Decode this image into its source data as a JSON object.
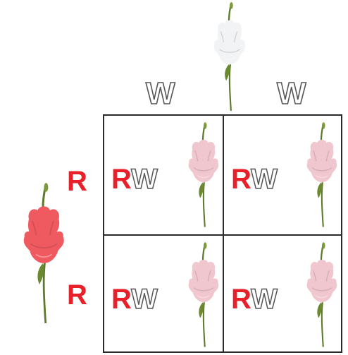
{
  "top_parent": {
    "alleles": [
      "W",
      "W"
    ],
    "flower_icon": "white-snapdragon-flower",
    "flower_color": "#f2f3f5"
  },
  "left_parent": {
    "alleles": [
      "R",
      "R"
    ],
    "flower_icon": "red-snapdragon-flower",
    "flower_color": "#ef5a61"
  },
  "colors": {
    "red_allele": "#e8202a",
    "white_allele_outline": "#555555",
    "pink_flower": "#f1c7cf",
    "grid_line": "#2a2a2a"
  },
  "cells": [
    {
      "genotype_first": "R",
      "genotype_second": "W",
      "flower_icon": "pink-snapdragon-flower"
    },
    {
      "genotype_first": "R",
      "genotype_second": "W",
      "flower_icon": "pink-snapdragon-flower"
    },
    {
      "genotype_first": "R",
      "genotype_second": "W",
      "flower_icon": "pink-snapdragon-flower"
    },
    {
      "genotype_first": "R",
      "genotype_second": "W",
      "flower_icon": "pink-snapdragon-flower"
    }
  ]
}
